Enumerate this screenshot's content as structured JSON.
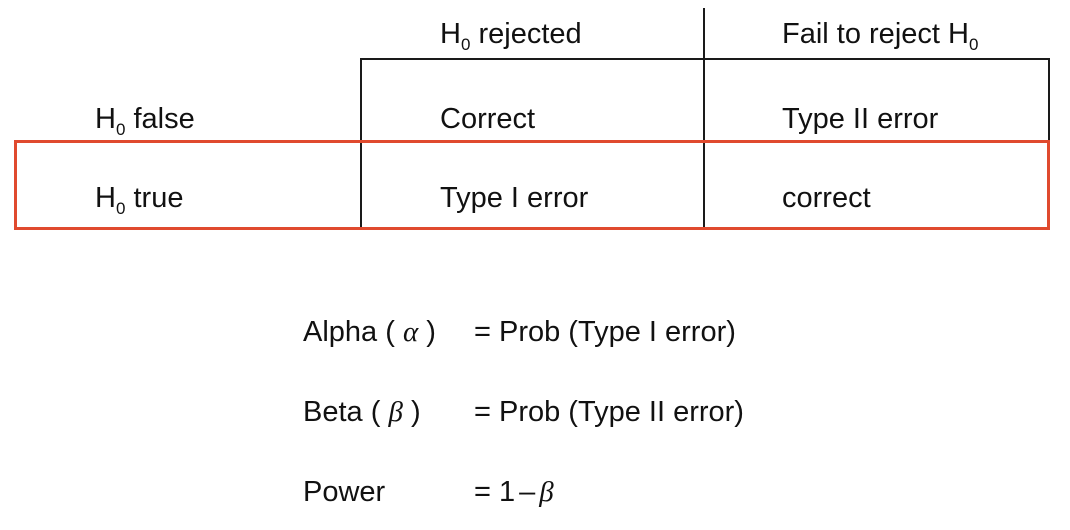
{
  "table": {
    "header": {
      "col1": {
        "base": "H",
        "sub": "0",
        "rest": " rejected"
      },
      "col2": {
        "prefix": "Fail to reject H",
        "sub": "0"
      }
    },
    "rows": [
      {
        "label": {
          "base": "H",
          "sub": "0",
          "rest": " false"
        },
        "cell1": "Correct",
        "cell2": "Type II error"
      },
      {
        "label": {
          "base": "H",
          "sub": "0",
          "rest": " true"
        },
        "cell1": "Type I error",
        "cell2": "correct"
      }
    ]
  },
  "highlight_color": "#e04a2e",
  "definitions": {
    "alpha": {
      "label": "Alpha (",
      "symbol": "α",
      "close": ")",
      "rhs": "= Prob (Type I error)"
    },
    "beta": {
      "label": "Beta (",
      "symbol": "β",
      "close": ")",
      "rhs": "= Prob (Type II error)"
    },
    "power": {
      "label": "Power",
      "rhs_prefix": "= 1",
      "minus": "–",
      "symbol": "β"
    }
  }
}
